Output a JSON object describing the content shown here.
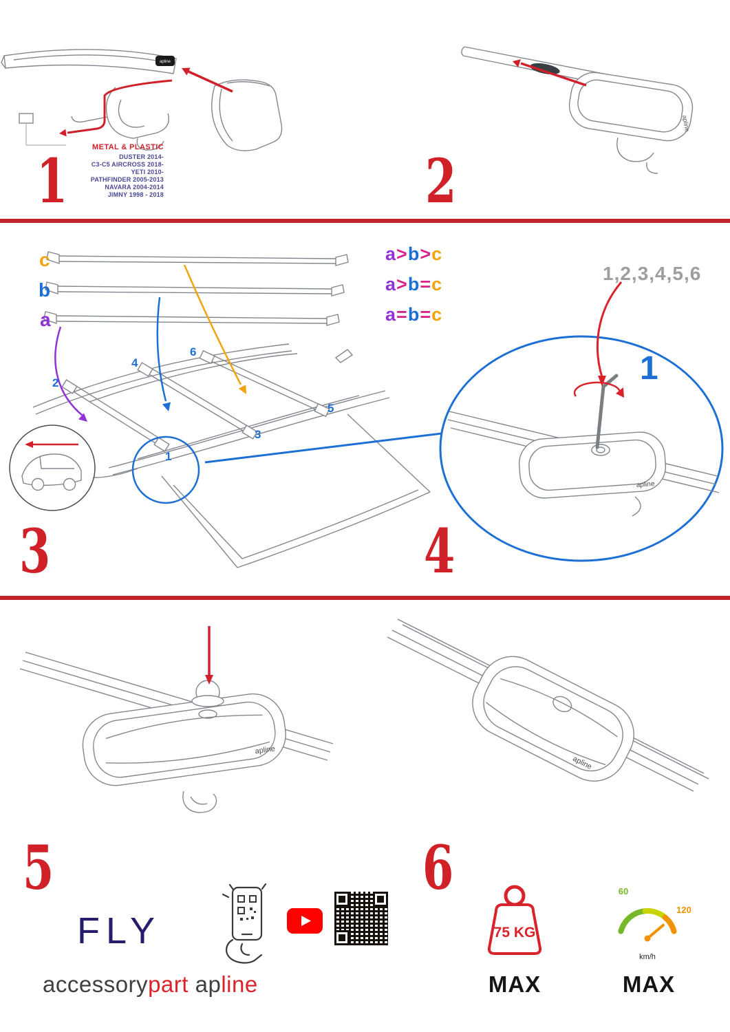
{
  "colors": {
    "step_red": "#cf2127",
    "arrow_red": "#d0202a",
    "blue": "#1c6fd4",
    "purple": "#9032d6",
    "orange": "#f2a40e",
    "magenta": "#d6268c",
    "model_navy": "#4a4796",
    "sequence_gray": "#9e9ea2",
    "fly_navy": "#241d6b",
    "brand_red": "#d9232a",
    "youtube_red": "#ff0000",
    "speed_green": "#76b82a",
    "speed_orange": "#f39200"
  },
  "step1": {
    "number": "1",
    "material": "METAL & PLASTIC",
    "models": [
      "DUSTER 2014-",
      "C3-C5 AIRCROSS 2018-",
      "YETI 2010-",
      "PATHFINDER 2005-2013",
      "NAVARA 2004-2014",
      "JIMNY 1998 - 2018"
    ]
  },
  "step2": {
    "number": "2"
  },
  "step3": {
    "number": "3",
    "bar_labels": [
      "c",
      "b",
      "a"
    ],
    "legend": [
      {
        "a": "a",
        "o1": ">",
        "b": "b",
        "o2": ">",
        "c": "c"
      },
      {
        "a": "a",
        "o1": ">",
        "b": "b",
        "o2": "=",
        "c": "c"
      },
      {
        "a": "a",
        "o1": "=",
        "b": "b",
        "o2": "=",
        "c": "c"
      }
    ],
    "positions": {
      "p1": "1",
      "p2": "2",
      "p3": "3",
      "p4": "4",
      "p5": "5",
      "p6": "6"
    }
  },
  "step4": {
    "number": "4",
    "sequence": "1,2,3,4,5,6",
    "first": "1"
  },
  "step5": {
    "number": "5"
  },
  "step6": {
    "number": "6"
  },
  "branding": {
    "fly": "FLY",
    "accessory": "accessory",
    "part": "part",
    "ap": "ap",
    "line": "line",
    "pad_logo": "apline"
  },
  "limits": {
    "weight": "75 KG",
    "weight_max": "MAX",
    "speed_low": "60",
    "speed_high": "120",
    "speed_unit": "km/h",
    "speed_max": "MAX"
  }
}
